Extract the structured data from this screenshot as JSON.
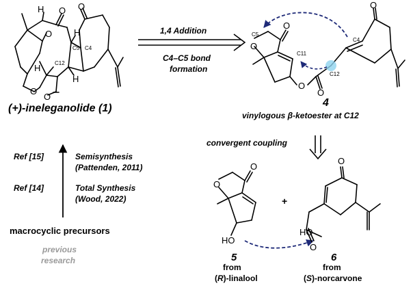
{
  "target": {
    "name": "(+)-ineleganolide (1)",
    "atom_labels": {
      "h1": "H",
      "h2": "H",
      "h3": "H",
      "h4": "H",
      "o1": "O",
      "o2": "O",
      "o3": "O",
      "o4": "O",
      "o5": "O",
      "c5": "C5",
      "c4": "C4",
      "c12": "C12"
    }
  },
  "forward_arrow": {
    "top_label": "1,4 Addition",
    "bottom_line1": "C4–C5 bond",
    "bottom_line2": "formation"
  },
  "intermediate": {
    "number": "4",
    "caption": "vinylogous β-ketoester at C12",
    "atom_labels": {
      "c5": "C5",
      "c4": "C4",
      "c11": "C11",
      "c12": "C12",
      "o1": "O",
      "o2": "O",
      "o3": "O",
      "o4": "O",
      "o5": "O"
    },
    "highlight_color": "#8fd3ef",
    "arrow_color": "#1e2a78"
  },
  "coupling": {
    "label": "convergent coupling",
    "fragment5": {
      "number": "5",
      "from": "from",
      "source_prefix": "(",
      "source_config": "R",
      "source_suffix": ")-linalool",
      "atom_labels": {
        "o1": "O",
        "o2": "O",
        "ho": "HO"
      }
    },
    "plus": "+",
    "fragment6": {
      "number": "6",
      "from": "from",
      "source_prefix": "(",
      "source_config": "S",
      "source_suffix": ")-norcarvone",
      "atom_labels": {
        "o1": "O",
        "o2": "O",
        "ho": "HO"
      }
    }
  },
  "previous_research": {
    "refs": [
      {
        "ref": "Ref [15]",
        "title": "Semisynthesis",
        "detail": "(Pattenden, 2011)"
      },
      {
        "ref": "Ref [14]",
        "title": "Total Synthesis",
        "detail": "(Wood, 2022)"
      }
    ],
    "origin": "macrocyclic precursors",
    "note_line1": "previous",
    "note_line2": "research",
    "note_color": "#9a9a9a"
  }
}
